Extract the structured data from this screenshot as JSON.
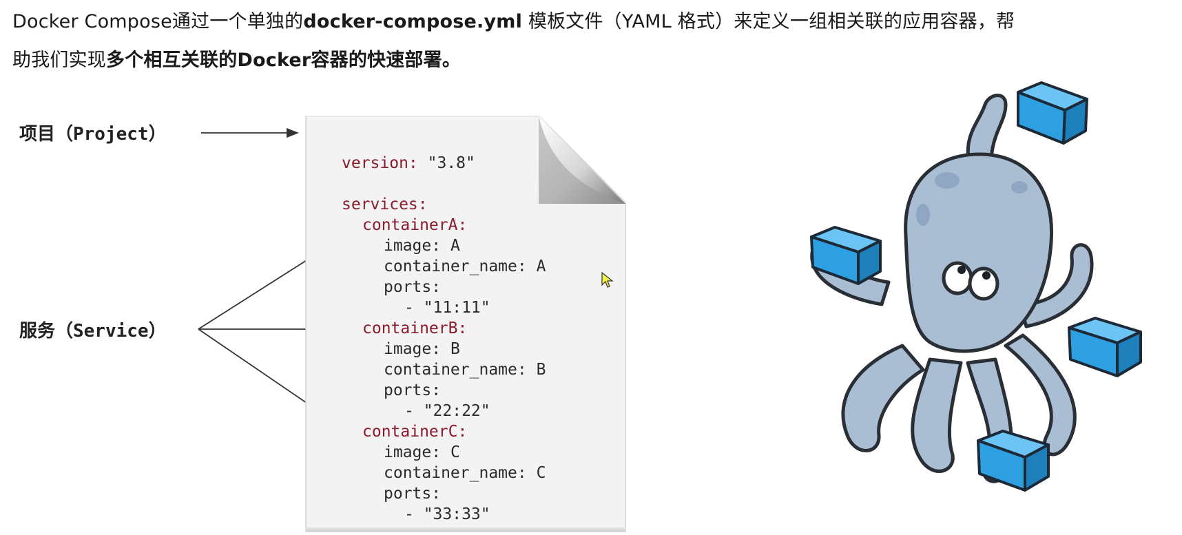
{
  "intro": {
    "line1_prefix": "Docker Compose通过一个单独的",
    "line1_file": "docker-compose.yml",
    "line1_suffix": " 模板文件（YAML 格式）来定义一组相关联的应用容器，帮",
    "line2_prefix": "助我们实现",
    "line2_emphasis": "多个相互关联的Docker容器的快速部署。"
  },
  "labels": {
    "project": "项目（Project）",
    "service": "服务（Service）"
  },
  "compose": {
    "version_key": "version:",
    "version_value": " \"3.8\"",
    "services_key": "services:",
    "containers": [
      {
        "name": "containerA:",
        "image_key": "image:",
        "image_value": " A",
        "cname_key": "container_name:",
        "cname_value": " A",
        "ports_key": "ports:",
        "port": "- \"11:11\""
      },
      {
        "name": "containerB:",
        "image_key": "image:",
        "image_value": " B",
        "cname_key": "container_name:",
        "cname_value": " B",
        "ports_key": "ports:",
        "port": "- \"22:22\""
      },
      {
        "name": "containerC:",
        "image_key": "image:",
        "image_value": " C",
        "cname_key": "container_name:",
        "cname_value": " C",
        "ports_key": "ports:",
        "port": "- \"33:33\""
      }
    ]
  },
  "colors": {
    "yaml_key": "#8b1a2d",
    "doc_background": "#f3f3f3",
    "octopus_body": "#a9bdd3",
    "container_box": "#2e9fe0"
  },
  "icons": [
    "arrow-icon",
    "document-icon",
    "cursor-icon",
    "docker-compose-octopus-logo"
  ]
}
